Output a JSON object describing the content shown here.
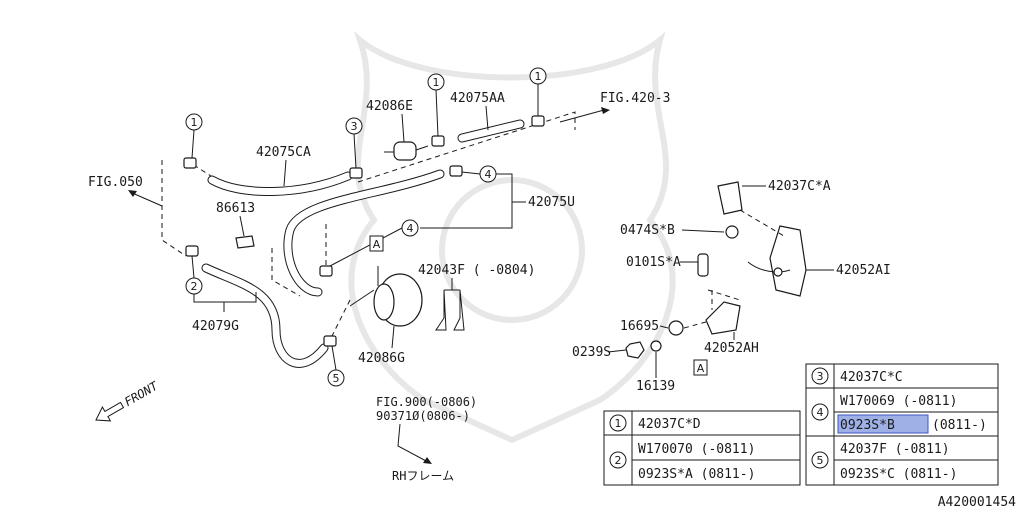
{
  "diagram_id": "A420001454",
  "refs": {
    "fig050": "FIG.050",
    "fig420": "FIG.420-3",
    "fig900": "FIG.900(-0806)",
    "fig900_part": "90371Ø(0806-)",
    "rh_frame": "RHフレーム",
    "front": "FRONT"
  },
  "part_labels": {
    "p42075CA": "42075CA",
    "p42086E": "42086E",
    "p42075AA": "42075AA",
    "p42075U": "42075U",
    "p86613": "86613",
    "p42079G": "42079G",
    "p42086G": "42086G",
    "p42043F": "42043F ( -0804)",
    "p42037CA": "42037C*A",
    "p0474SB": "0474S*B",
    "p0101SA": "0101S*A",
    "p42052AI": "42052AI",
    "p16695": "16695",
    "p42052AH": "42052AH",
    "p0239S": "0239S",
    "p16139": "16139",
    "box_a": "A"
  },
  "callouts": {
    "c1": "1",
    "c2": "2",
    "c3": "3",
    "c4": "4",
    "c5": "5"
  },
  "legend_left": {
    "row1": {
      "num": "1",
      "line1": "42037C*D"
    },
    "row2": {
      "num": "2",
      "line1": "W170070  (-0811)",
      "line2": "0923S*A  (0811-)"
    }
  },
  "legend_right": {
    "row3": {
      "num": "3",
      "line1": "42037C*C"
    },
    "row4": {
      "num": "4",
      "line1": "W170069  (-0811)",
      "line2_code": "0923S*B",
      "line2_date": "(0811-)"
    },
    "row5": {
      "num": "5",
      "line1": "42037F   (-0811)",
      "line2": "0923S*C  (0811-)"
    }
  }
}
